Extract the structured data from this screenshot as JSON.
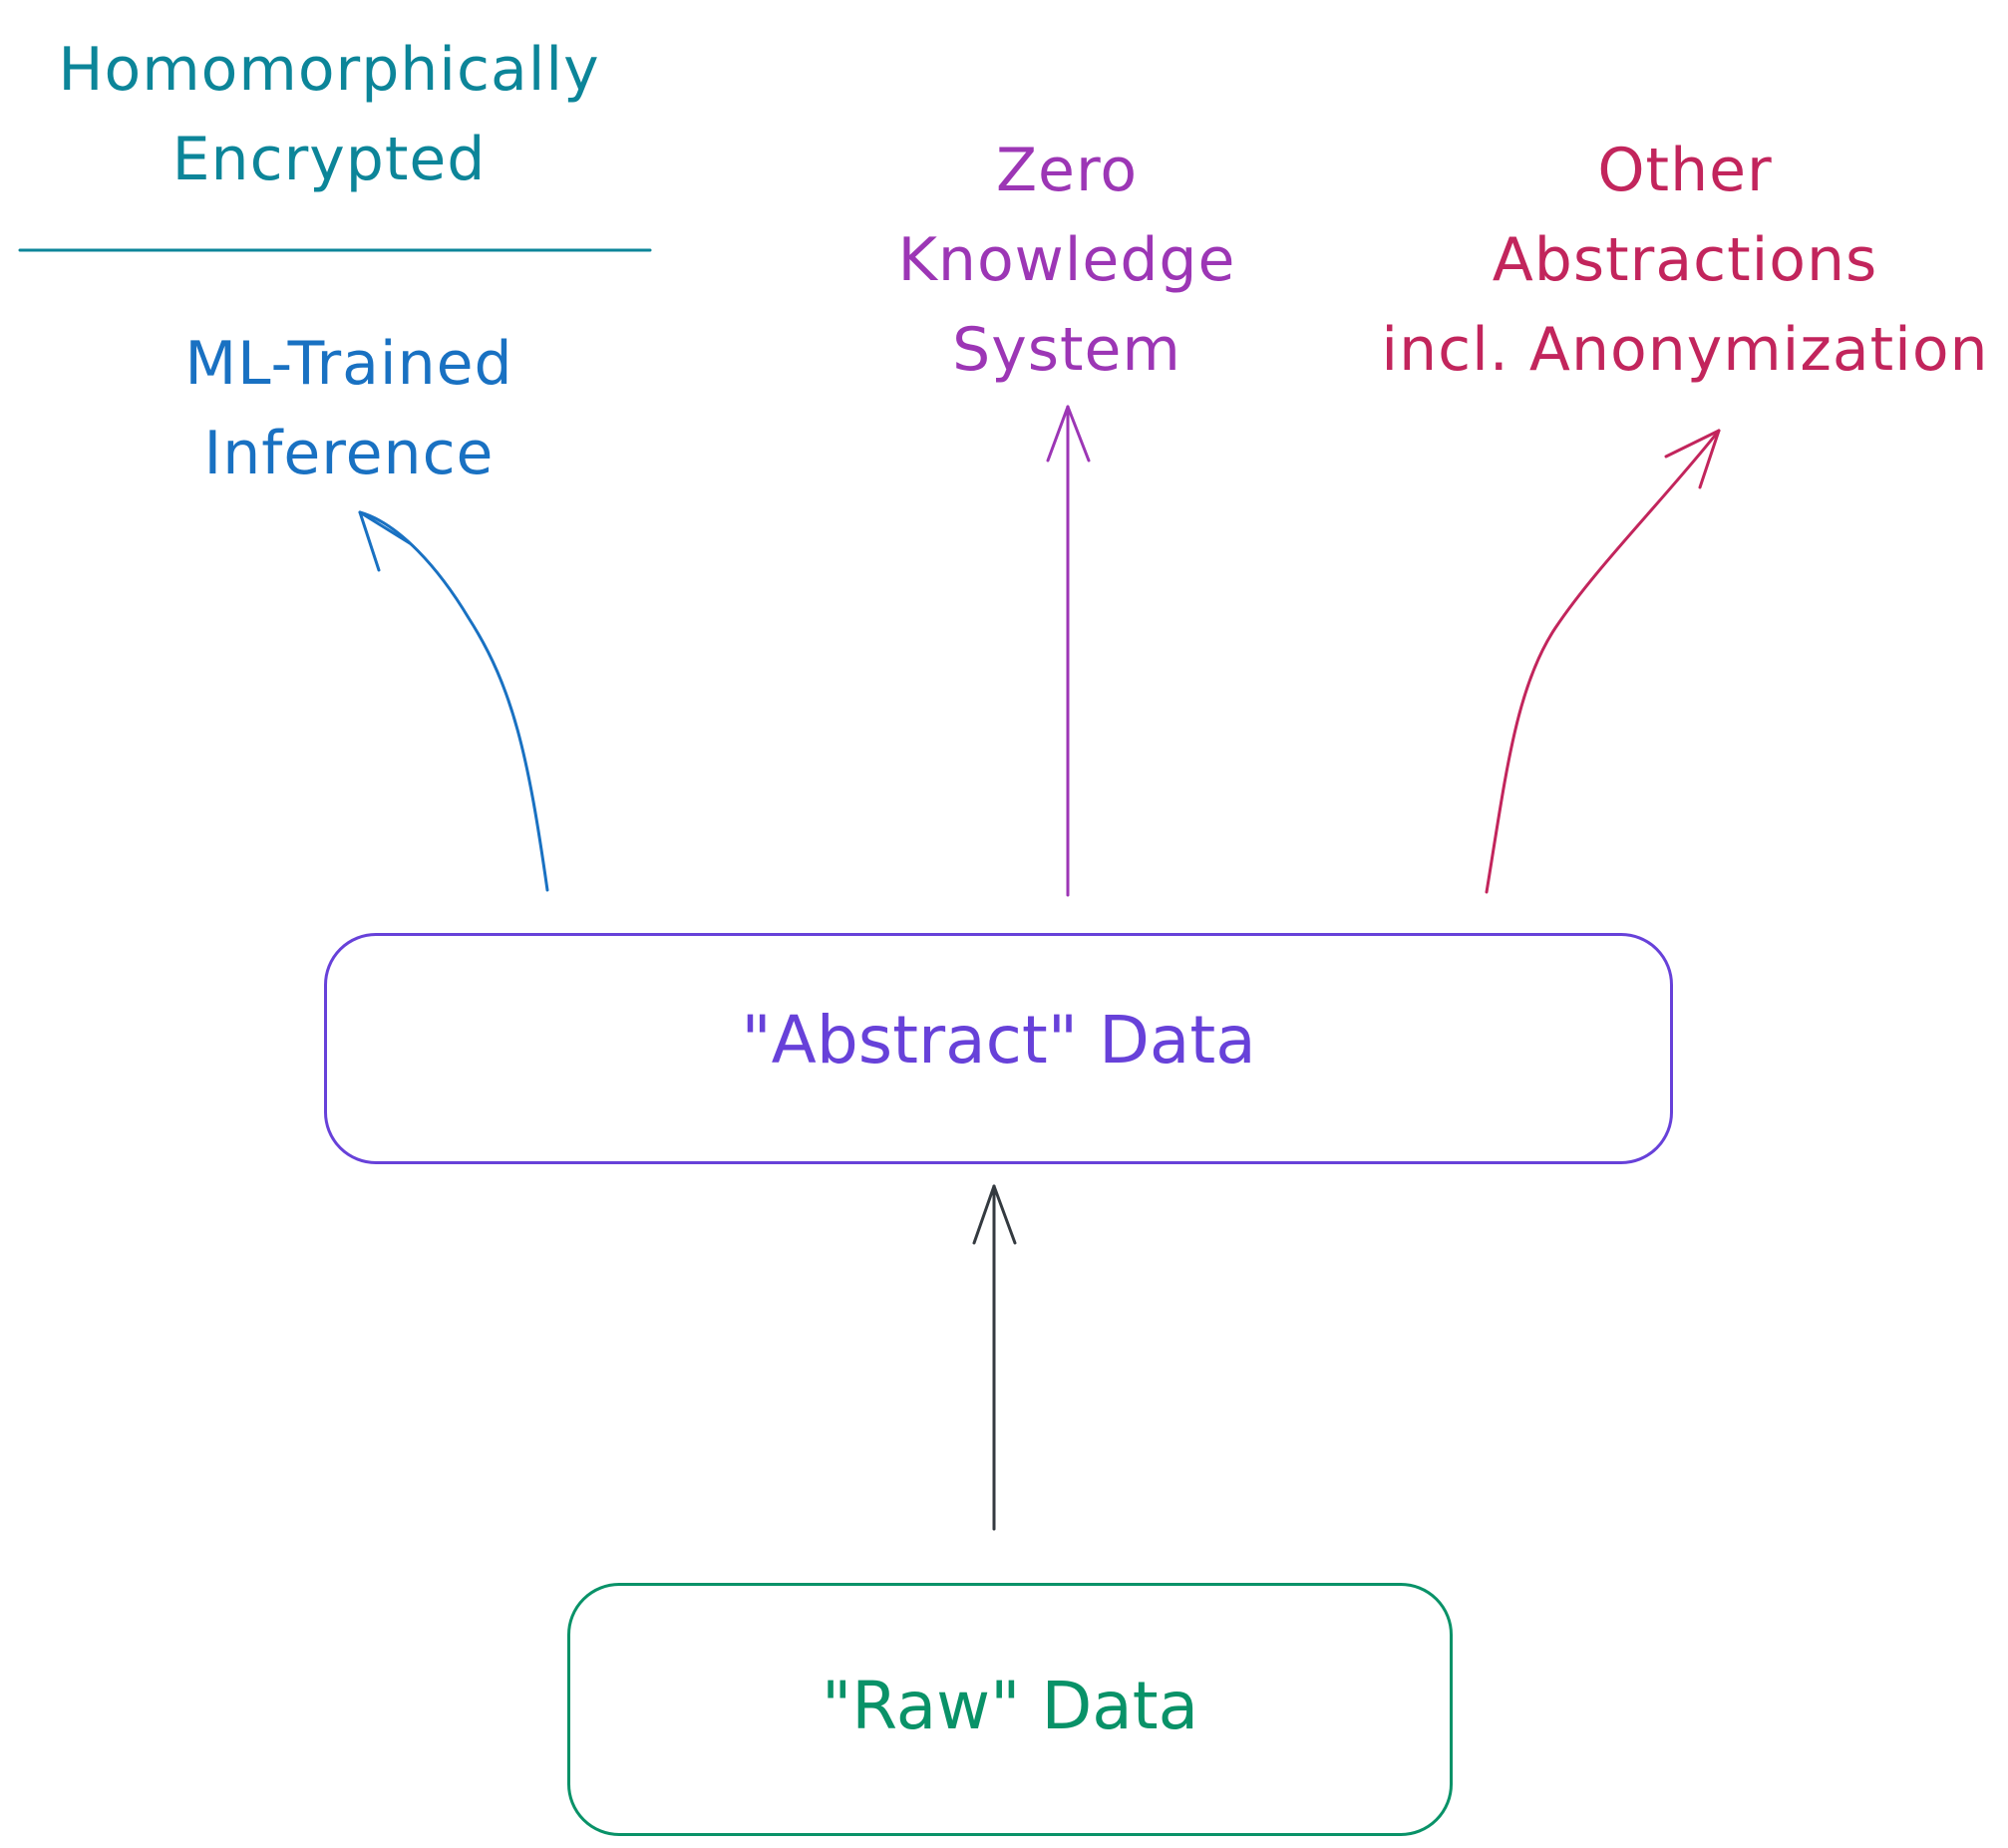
{
  "colors": {
    "homomorphic": "#0c8599",
    "ml": "#1971c2",
    "zk": "#9c36b5",
    "other": "#c2255c",
    "abstract": "#6741d9",
    "raw": "#099268",
    "connector": "#343a40"
  },
  "labels": {
    "homomorphic": [
      "Homomorphically",
      "Encrypted"
    ],
    "ml": [
      "ML-Trained",
      "Inference"
    ],
    "zk": [
      "Zero",
      "Knowledge",
      "System"
    ],
    "other": [
      "Other",
      "Abstractions",
      "incl. Anonymization"
    ]
  },
  "boxes": {
    "abstract": "\"Abstract\" Data",
    "raw": "\"Raw\" Data"
  }
}
